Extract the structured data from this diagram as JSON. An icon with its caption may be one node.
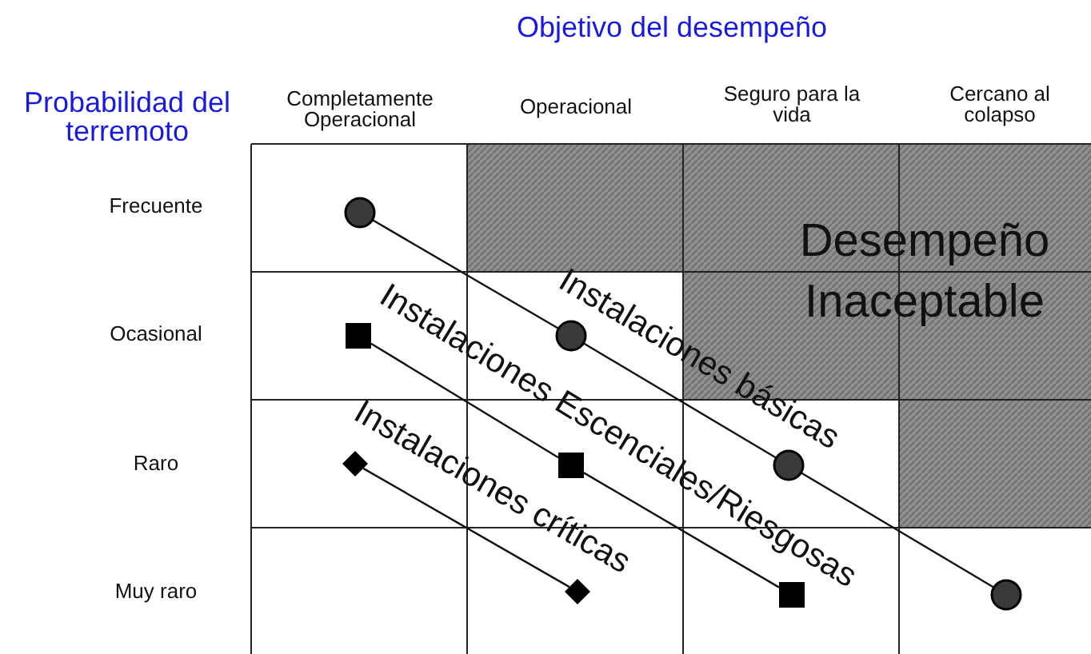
{
  "diagram": {
    "nodes": [
      {
        "text": [],
        "shape": "circle"
      },
      {
        "text": [],
        "shape": "box"
      },
      {
        "text": [],
        "shape": "circle"
      },
      {
        "text": [],
        "shape": "diamond"
      },
      {
        "text": [],
        "shape": "box"
      },
      {
        "text": [],
        "shape": "circle"
      },
      {
        "text": [],
        "shape": "diamond"
      },
      {
        "text": [],
        "shape": "box"
      },
      {
        "text": [],
        "shape": "circle"
      }
    ],
    "edges": [
      {
        "from": 0,
        "to": 2,
        "arrow": "none"
      },
      {
        "from": 2,
        "to": 5,
        "arrow": "none",
        "label": "Instalaciones básicas"
      },
      {
        "from": 5,
        "to": 8,
        "arrow": "none"
      },
      {
        "from": 1,
        "to": 4,
        "arrow": "none",
        "label": "Instalaciones Escenciales/Riesgosas"
      },
      {
        "from": 4,
        "to": 7,
        "arrow": "none"
      },
      {
        "from": 3,
        "to": 6,
        "arrow": "none",
        "label": "Instalaciones críticas"
      }
    ],
    "labels": [
      "Objetivo del desempeño",
      "Probabilidad del terremoto",
      "Completamente Operacional",
      "Operacional",
      "Seguro para la vida",
      "Cercano al colapso",
      "Frecuente",
      "Ocasional",
      "Raro",
      "Muy raro",
      "Desempeño Inaceptable"
    ]
  }
}
